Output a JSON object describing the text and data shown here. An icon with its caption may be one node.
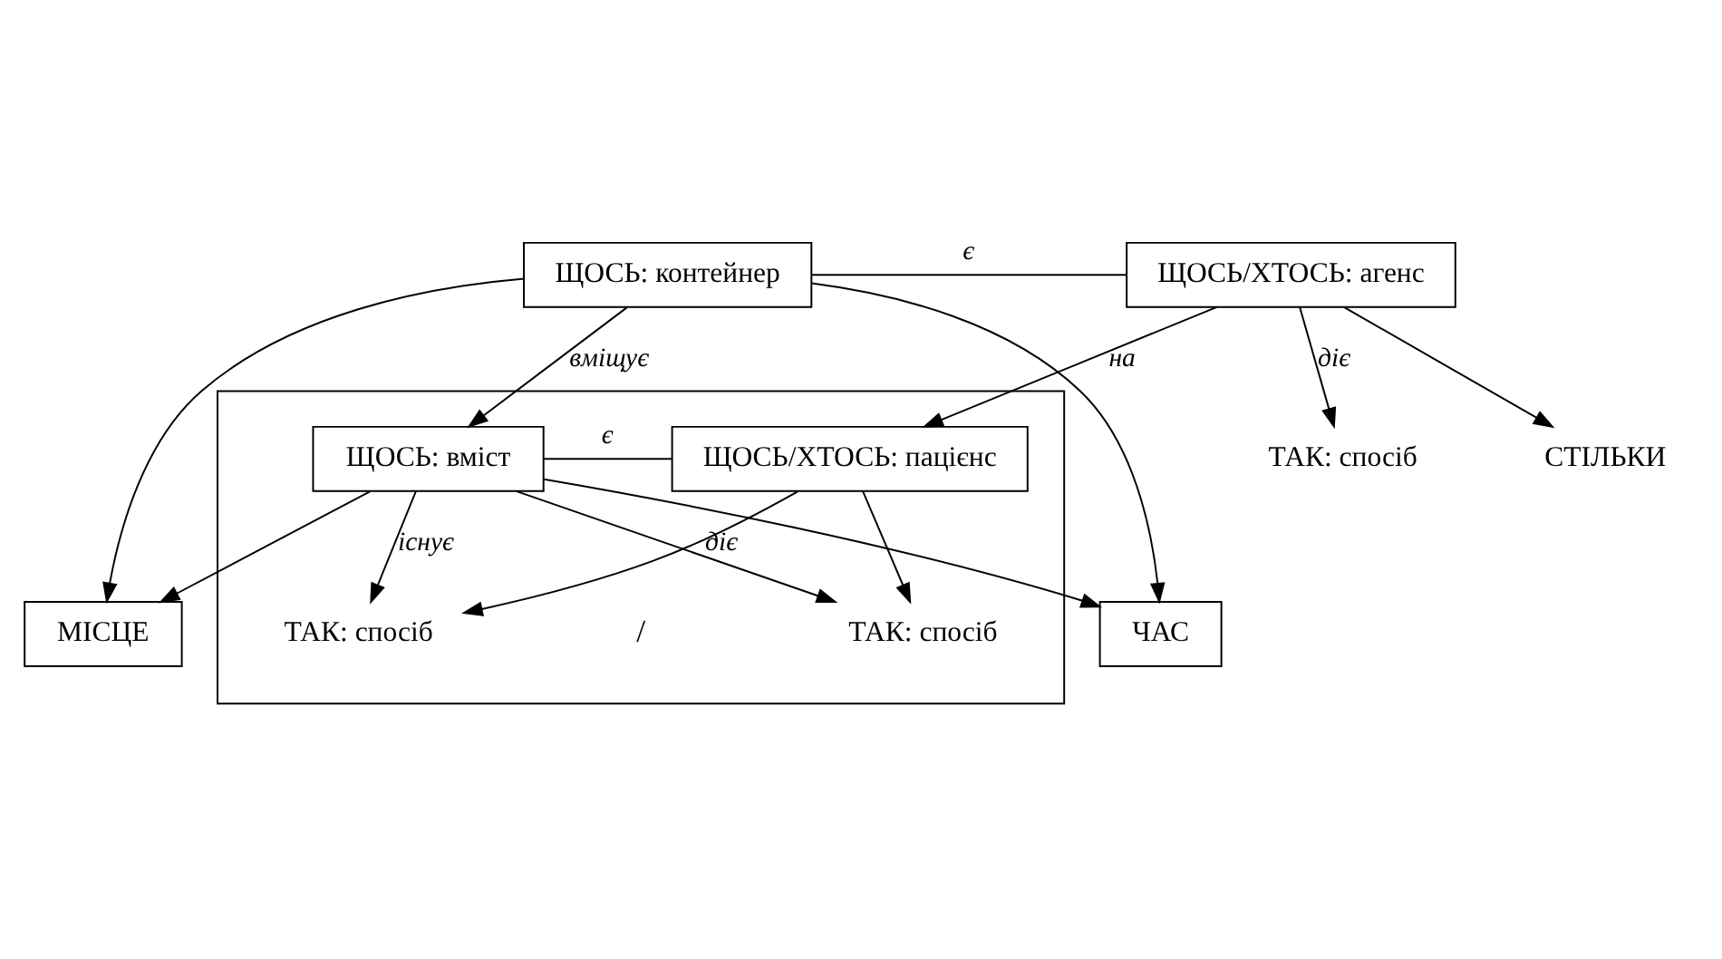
{
  "diagram": {
    "nodes": [
      {
        "text": [
          "ЩОСЬ: контейнер"
        ]
      },
      {
        "text": [
          "ЩОСЬ/ХТОСЬ: агенс"
        ]
      },
      {
        "text": [
          "ЧАС"
        ]
      },
      {
        "text": [
          "МІСЦЕ"
        ]
      },
      {
        "text": [],
        "shape": "box"
      },
      {
        "text": [
          "ЩОСЬ: вміст"
        ],
        "in": 4
      },
      {
        "text": [
          "ЩОСЬ/ХТОСЬ: пацієнс"
        ],
        "in": 4
      },
      {
        "text": [
          "ТАК: спосіб"
        ]
      },
      {
        "text": [
          "СТІЛЬКИ"
        ]
      },
      {
        "text": [
          "ТАК: спосіб"
        ],
        "in": 4
      },
      {
        "text": [
          "ТАК: спосіб"
        ],
        "in": 4
      }
    ],
    "edges": [
      {
        "from": 0,
        "to": 1,
        "arrow": "none",
        "label": "є"
      },
      {
        "from": 0,
        "to": 2,
        "arrow": "to"
      },
      {
        "from": 0,
        "to": 3,
        "arrow": "to"
      },
      {
        "from": 5,
        "to": 2,
        "arrow": "to"
      },
      {
        "from": 5,
        "to": 3,
        "arrow": "to"
      },
      {
        "from": 0,
        "to": 5,
        "arrow": "to",
        "label": "вміщує"
      },
      {
        "from": 1,
        "to": 7,
        "arrow": "to",
        "label": "діє"
      },
      {
        "from": 1,
        "to": 8,
        "arrow": "to"
      },
      {
        "from": 1,
        "to": 6,
        "arrow": "to",
        "label": "на"
      },
      {
        "from": 5,
        "to": 6,
        "arrow": "none",
        "label": "є"
      },
      {
        "from": 5,
        "to": 9,
        "arrow": "to",
        "label": "існує"
      },
      {
        "from": 6,
        "to": 9,
        "arrow": "to"
      },
      {
        "from": 5,
        "to": 10,
        "arrow": "to",
        "label": "діє"
      },
      {
        "from": 6,
        "to": 10,
        "arrow": "to"
      }
    ],
    "labels": [
      "/"
    ]
  }
}
